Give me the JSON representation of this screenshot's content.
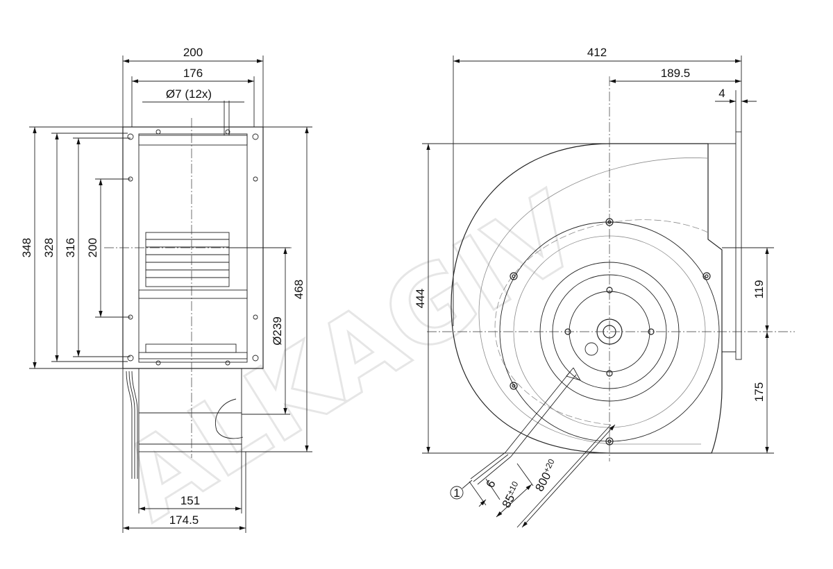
{
  "watermark": "ALKAGIV",
  "side_view": {
    "width_200": "200",
    "width_176": "176",
    "holes": "Ø7 (12x)",
    "h_348": "348",
    "h_328": "328",
    "h_316": "316",
    "h_200": "200",
    "dia_239": "Ø239",
    "h_468": "468",
    "w_151": "151",
    "w_174_5": "174.5"
  },
  "front_view": {
    "w_412": "412",
    "w_189_5": "189.5",
    "w_4": "4",
    "h_444": "444",
    "h_119": "119",
    "h_175": "175",
    "cable_6": "6",
    "cable_85": "85",
    "cable_85_tol": "±10",
    "cable_800": "800",
    "cable_800_tol": "+20",
    "callout_1": "1"
  }
}
